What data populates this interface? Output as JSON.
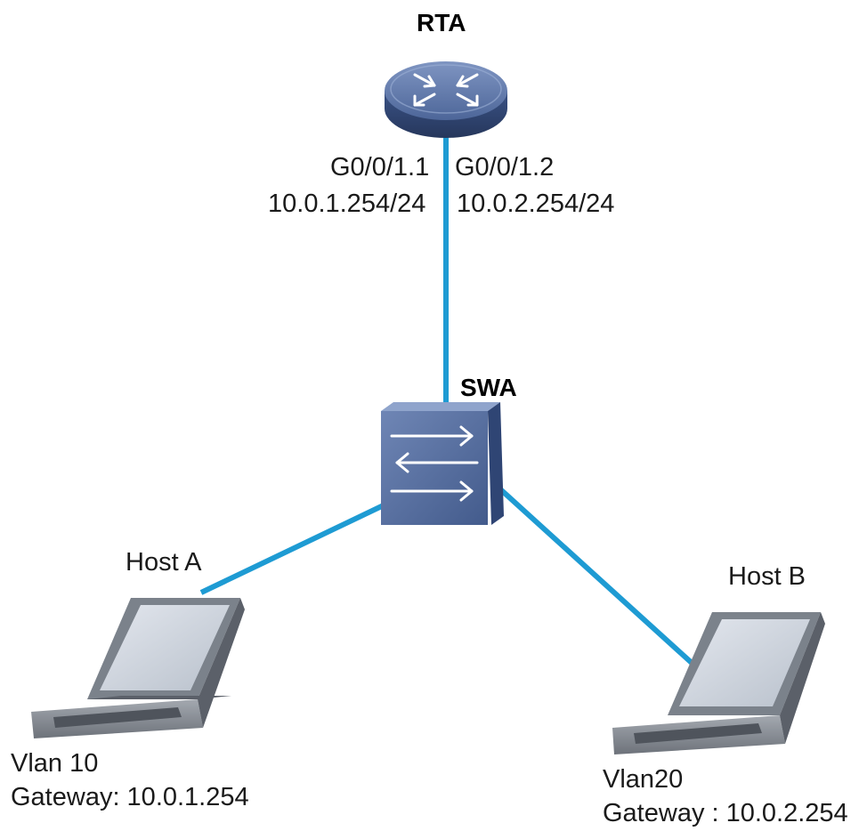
{
  "router": {
    "name": "RTA",
    "icon": "router-icon"
  },
  "interfaces": {
    "left": {
      "name": "G0/0/1.1",
      "ip": "10.0.1.254/24"
    },
    "right": {
      "name": "G0/0/1.2",
      "ip": "10.0.2.254/24"
    }
  },
  "switch": {
    "name": "SWA",
    "icon": "switch-icon"
  },
  "hosts": [
    {
      "name": "Host A",
      "vlan": "Vlan 10",
      "gateway": "Gateway: 10.0.1.254",
      "icon": "laptop-icon"
    },
    {
      "name": "Host B",
      "vlan": "Vlan20",
      "gateway": "Gateway : 10.0.2.254",
      "icon": "laptop-icon"
    }
  ],
  "colors": {
    "link": "#1e9bd3",
    "device": "#4b6394",
    "device_dark": "#2c3f66",
    "laptop": "#8a8f96"
  }
}
